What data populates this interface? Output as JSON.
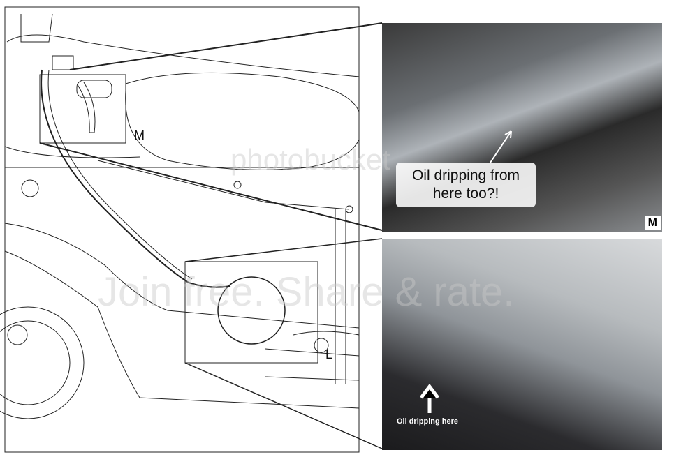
{
  "diagram": {
    "label_m": "M",
    "label_l": "L"
  },
  "photo_m": {
    "callout": "Oil dripping from here too?!",
    "badge": "M"
  },
  "photo_l": {
    "callout": "Oil dripping here"
  },
  "watermark": {
    "logo": "photobucket",
    "text": "Join free. Share & rate."
  }
}
